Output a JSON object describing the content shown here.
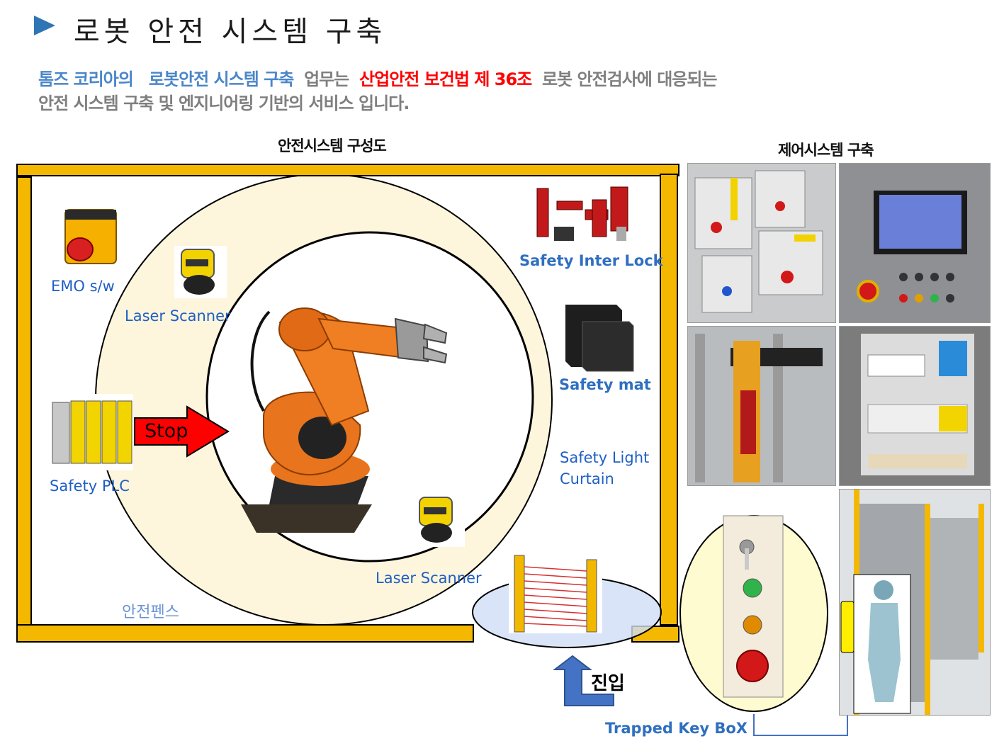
{
  "header": {
    "title": "로봇 안전 시스템 구축",
    "intro": {
      "p1": "톰즈 코리아의",
      "p2": "로봇안전 시스템 구축",
      "p3": "업무는",
      "p4": "산업안전 보건법 제 36조",
      "p5": "로봇 안전검사에 대응되는",
      "line2": "안전 시스템 구축 및 엔지니어링 기반의 서비스 입니다."
    }
  },
  "left_diagram": {
    "heading": "안전시스템 구성도",
    "labels": {
      "emo": "EMO s/w",
      "laser_scanner_top": "Laser Scanner",
      "safety_plc": "Safety PLC",
      "stop": "Stop",
      "safety_interlock": "Safety Inter Lock",
      "safety_mat": "Safety mat",
      "light_curtain_l1": "Safety Light",
      "light_curtain_l2": "Curtain",
      "laser_scanner_bottom": "Laser Scanner",
      "fence": "안전펜스",
      "entry": "진입"
    }
  },
  "right_panel": {
    "heading": "제어시스템 구축",
    "trapped_key_box": "Trapped Key BoX"
  },
  "colors": {
    "fence_yellow": "#f5b800",
    "zone_fill": "#fdf5dc",
    "accent_blue": "#2e75b6",
    "stop_red": "#ff0000",
    "robot_orange": "#e8741e"
  }
}
